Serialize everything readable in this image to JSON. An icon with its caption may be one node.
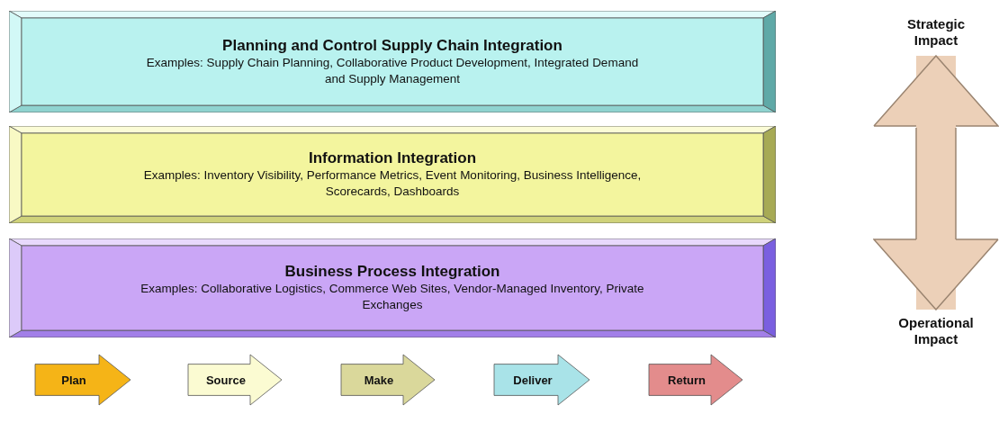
{
  "diagram": {
    "nodes": [
      {
        "text": [
          "Planning and Control Supply Chain Integration",
          "Examples: Supply Chain Planning, Collaborative Product Development, Integrated Demand and Supply Management"
        ]
      },
      {
        "text": [
          "Information Integration",
          "Examples: Inventory Visibility, Performance Metrics, Event Monitoring, Business Intelligence, Scorecards, Dashboards"
        ]
      },
      {
        "text": [
          "Business Process Integration",
          "Examples: Collaborative Logistics, Commerce Web Sites, Vendor-Managed Inventory, Private Exchanges"
        ]
      },
      {
        "text": [
          "Strategic Impact"
        ]
      },
      {
        "text": [
          "Operational Impact"
        ]
      },
      {
        "text": [
          "Plan"
        ]
      },
      {
        "text": [
          "Source"
        ]
      },
      {
        "text": [
          "Make"
        ]
      },
      {
        "text": [
          "Deliver"
        ]
      },
      {
        "text": [
          "Return"
        ]
      }
    ],
    "edges": [
      {
        "from": 4,
        "to": 3,
        "arrow": "both"
      }
    ]
  }
}
